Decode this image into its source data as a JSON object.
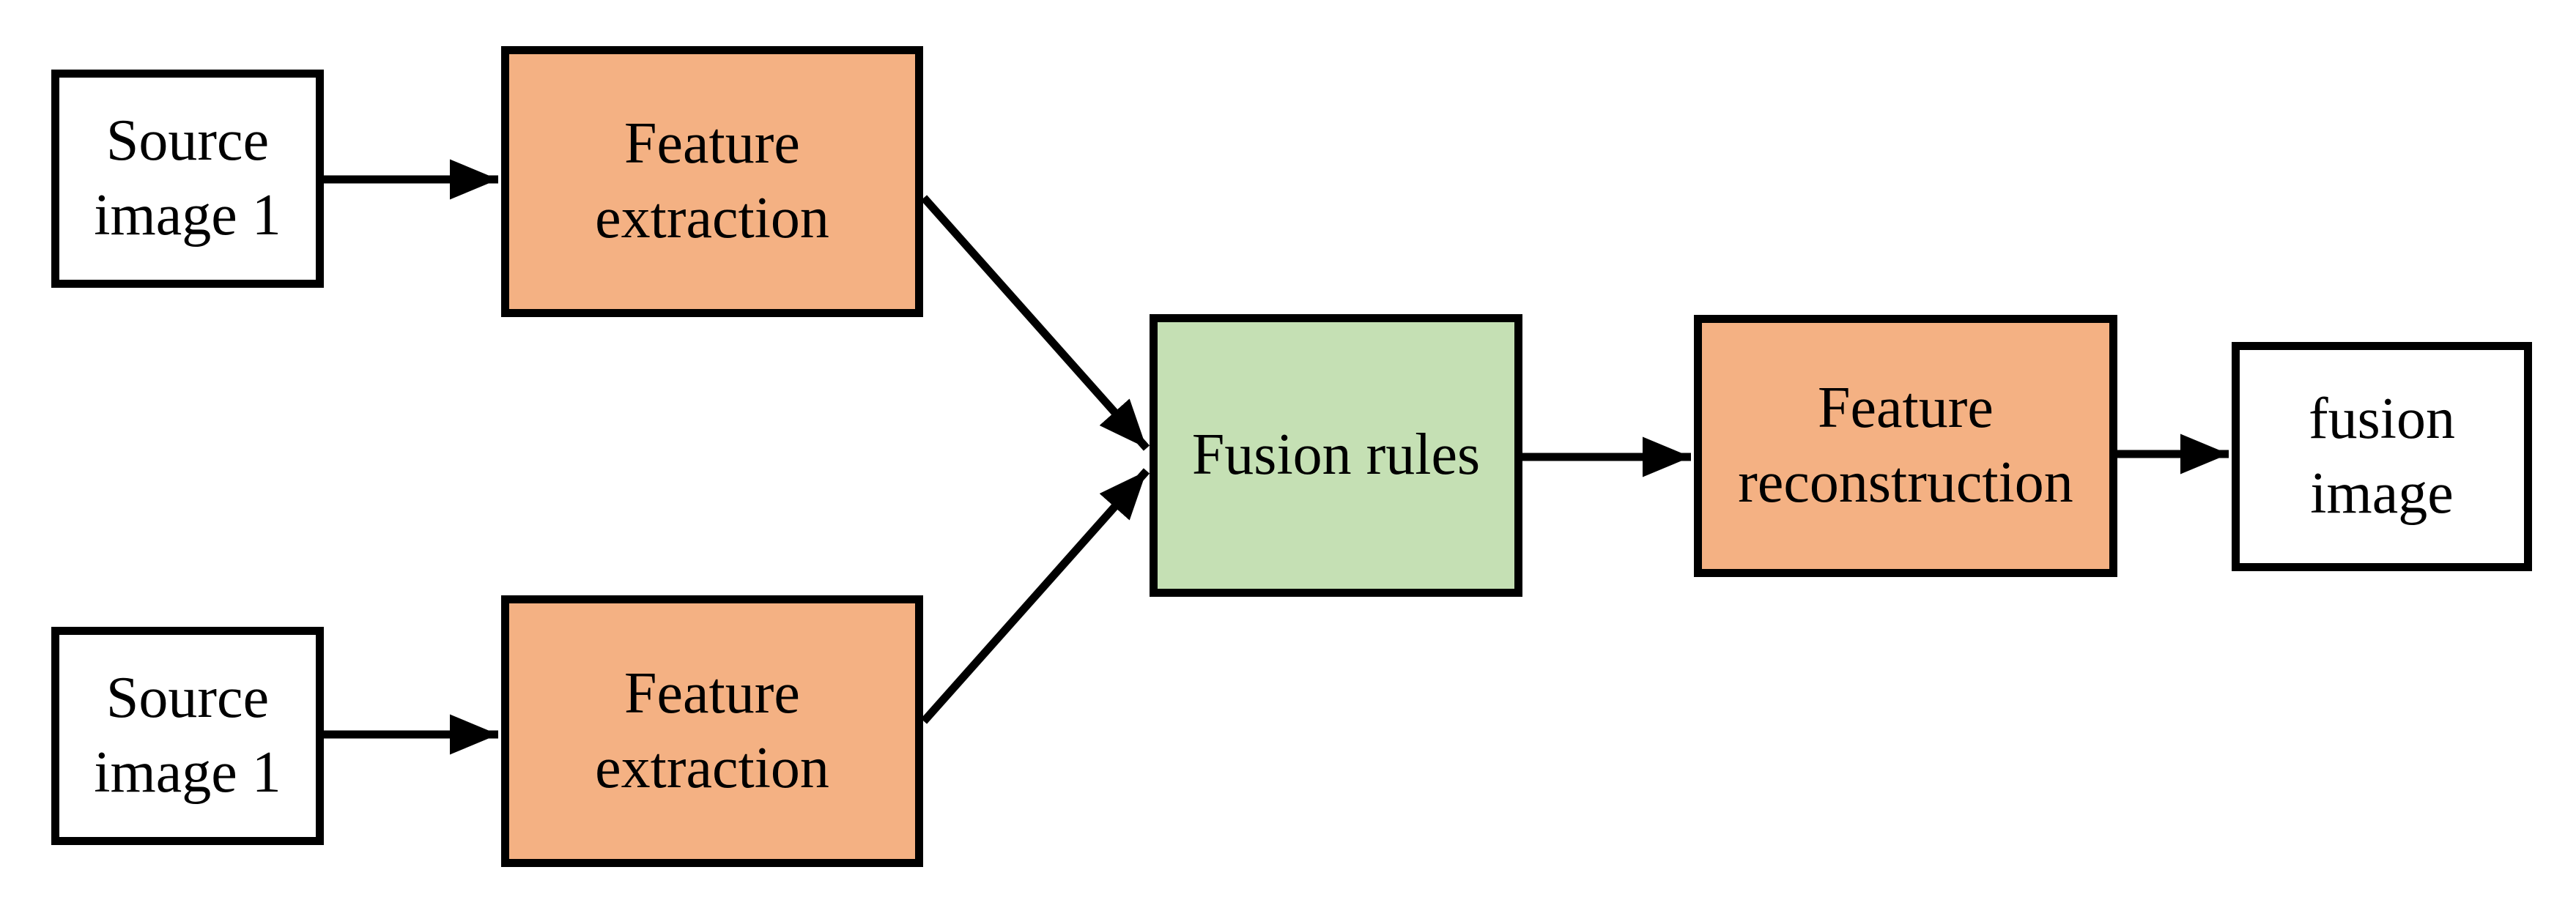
{
  "diagram": {
    "type": "flowchart",
    "background": "#FFFFFF",
    "nodes": {
      "source_top": {
        "label": "Source\nimage 1",
        "fill": "#FFFFFF"
      },
      "extraction_top": {
        "label": "Feature\nextraction",
        "fill": "#F4B183"
      },
      "source_bottom": {
        "label": "Source\nimage 1",
        "fill": "#FFFFFF"
      },
      "extraction_bottom": {
        "label": "Feature\nextraction",
        "fill": "#F4B183"
      },
      "fusion_rules": {
        "label": "Fusion rules",
        "fill": "#C5E0B4"
      },
      "reconstruction": {
        "label": "Feature\nreconstruction",
        "fill": "#F4B183"
      },
      "fusion_image": {
        "label": "fusion\nimage",
        "fill": "#FFFFFF"
      }
    },
    "edges": [
      {
        "from": "source_top",
        "to": "extraction_top"
      },
      {
        "from": "source_bottom",
        "to": "extraction_bottom"
      },
      {
        "from": "extraction_top",
        "to": "fusion_rules"
      },
      {
        "from": "extraction_bottom",
        "to": "fusion_rules"
      },
      {
        "from": "fusion_rules",
        "to": "reconstruction"
      },
      {
        "from": "reconstruction",
        "to": "fusion_image"
      }
    ],
    "colors": {
      "node_orange": "#F4B183",
      "node_green": "#C5E0B4",
      "node_white": "#FFFFFF",
      "border": "#000000",
      "arrow": "#000000"
    }
  }
}
